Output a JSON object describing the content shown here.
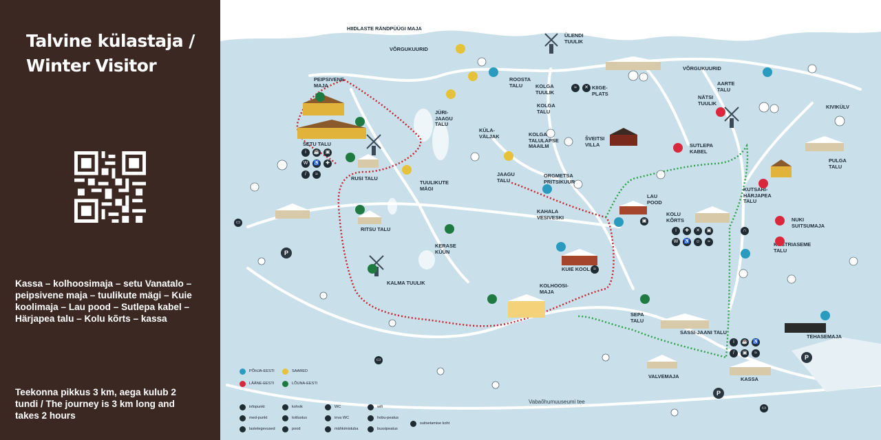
{
  "sidebar": {
    "title": "Talvine külastaja / Winter Visitor",
    "route": "Kassa – kolhoosimaja – setu Vanatalo – peipsivene maja – tuulikute mägi – Kuie koolimaja – Lau pood – Sutlepa kabel – Härjapea talu – Kolu kõrts – kassa",
    "length": "Teekonna pikkus 3 km, aega kulub 2 tundi / The journey is 3 km long and takes 2 hours"
  },
  "map": {
    "road": "Vabaõhumuuseumi tee",
    "places": [
      "HIIDLASTE RÄNDPÜÜGI MAJA",
      "VÕRGUKUURID",
      "ÜLENDI TUULIK",
      "KOLGA TUULIK",
      "ROOSTA TALU",
      "KOLGA TALU",
      "KIIGE-PLATS",
      "VÕRGUKUURID",
      "AARTE TALU",
      "NÄTSI TUULIK",
      "KIVIKÜLV",
      "PEIPSIVENE MAJA",
      "JÜRI-JAAGU TALU",
      "KÜLA-VÄLJAK",
      "KOLGA TALULAPSE MAAILM",
      "ŠVEITSI VILLA",
      "SUTLEPA KABEL",
      "SETU TALU",
      "PULGA TALU",
      "RUSI TALU",
      "TUULIKUTE MÄGI",
      "JAAGU TALU",
      "ORGMETSA PRITSIKUUR",
      "KUTSARI-HÄRJAPEA TALU",
      "LAU POOD",
      "KAHALA VESIVESKI",
      "NUKI SUITSUMAJA",
      "KOLU KÕRTS",
      "RITSU TALU",
      "KERASE KÜÜN",
      "KÖSTRIASEME TALU",
      "KUIE KOOL",
      "KALMA TUULIK",
      "KOLHOOSI-MAJA",
      "SEPA TALU",
      "SASSI-JAANI TALU",
      "TEHASEMAJA",
      "VALVEMAJA",
      "KASSA"
    ],
    "regions": [
      "PÕHJA-EESTI",
      "LÄÄNE-EESTI",
      "SAARED",
      "LÕUNA-EESTI"
    ],
    "services": [
      "infopunkt",
      "med-punkt",
      "lastetegevused",
      "kohvik",
      "toitlustus",
      "pood",
      "WC",
      "inva WC",
      "mähkimistuba",
      "wifi",
      "hobu-peatus",
      "bussipeatus",
      "suitsetamise koht"
    ],
    "colors": {
      "panel": "#3b2822",
      "snow": "#c9e0ea",
      "path": "#ffffff",
      "route_red": "#c8242f",
      "route_green": "#2fa04a",
      "north": "#2a9bbf",
      "west": "#d9283b",
      "islands": "#e6c23a",
      "south": "#1f7a42"
    }
  }
}
